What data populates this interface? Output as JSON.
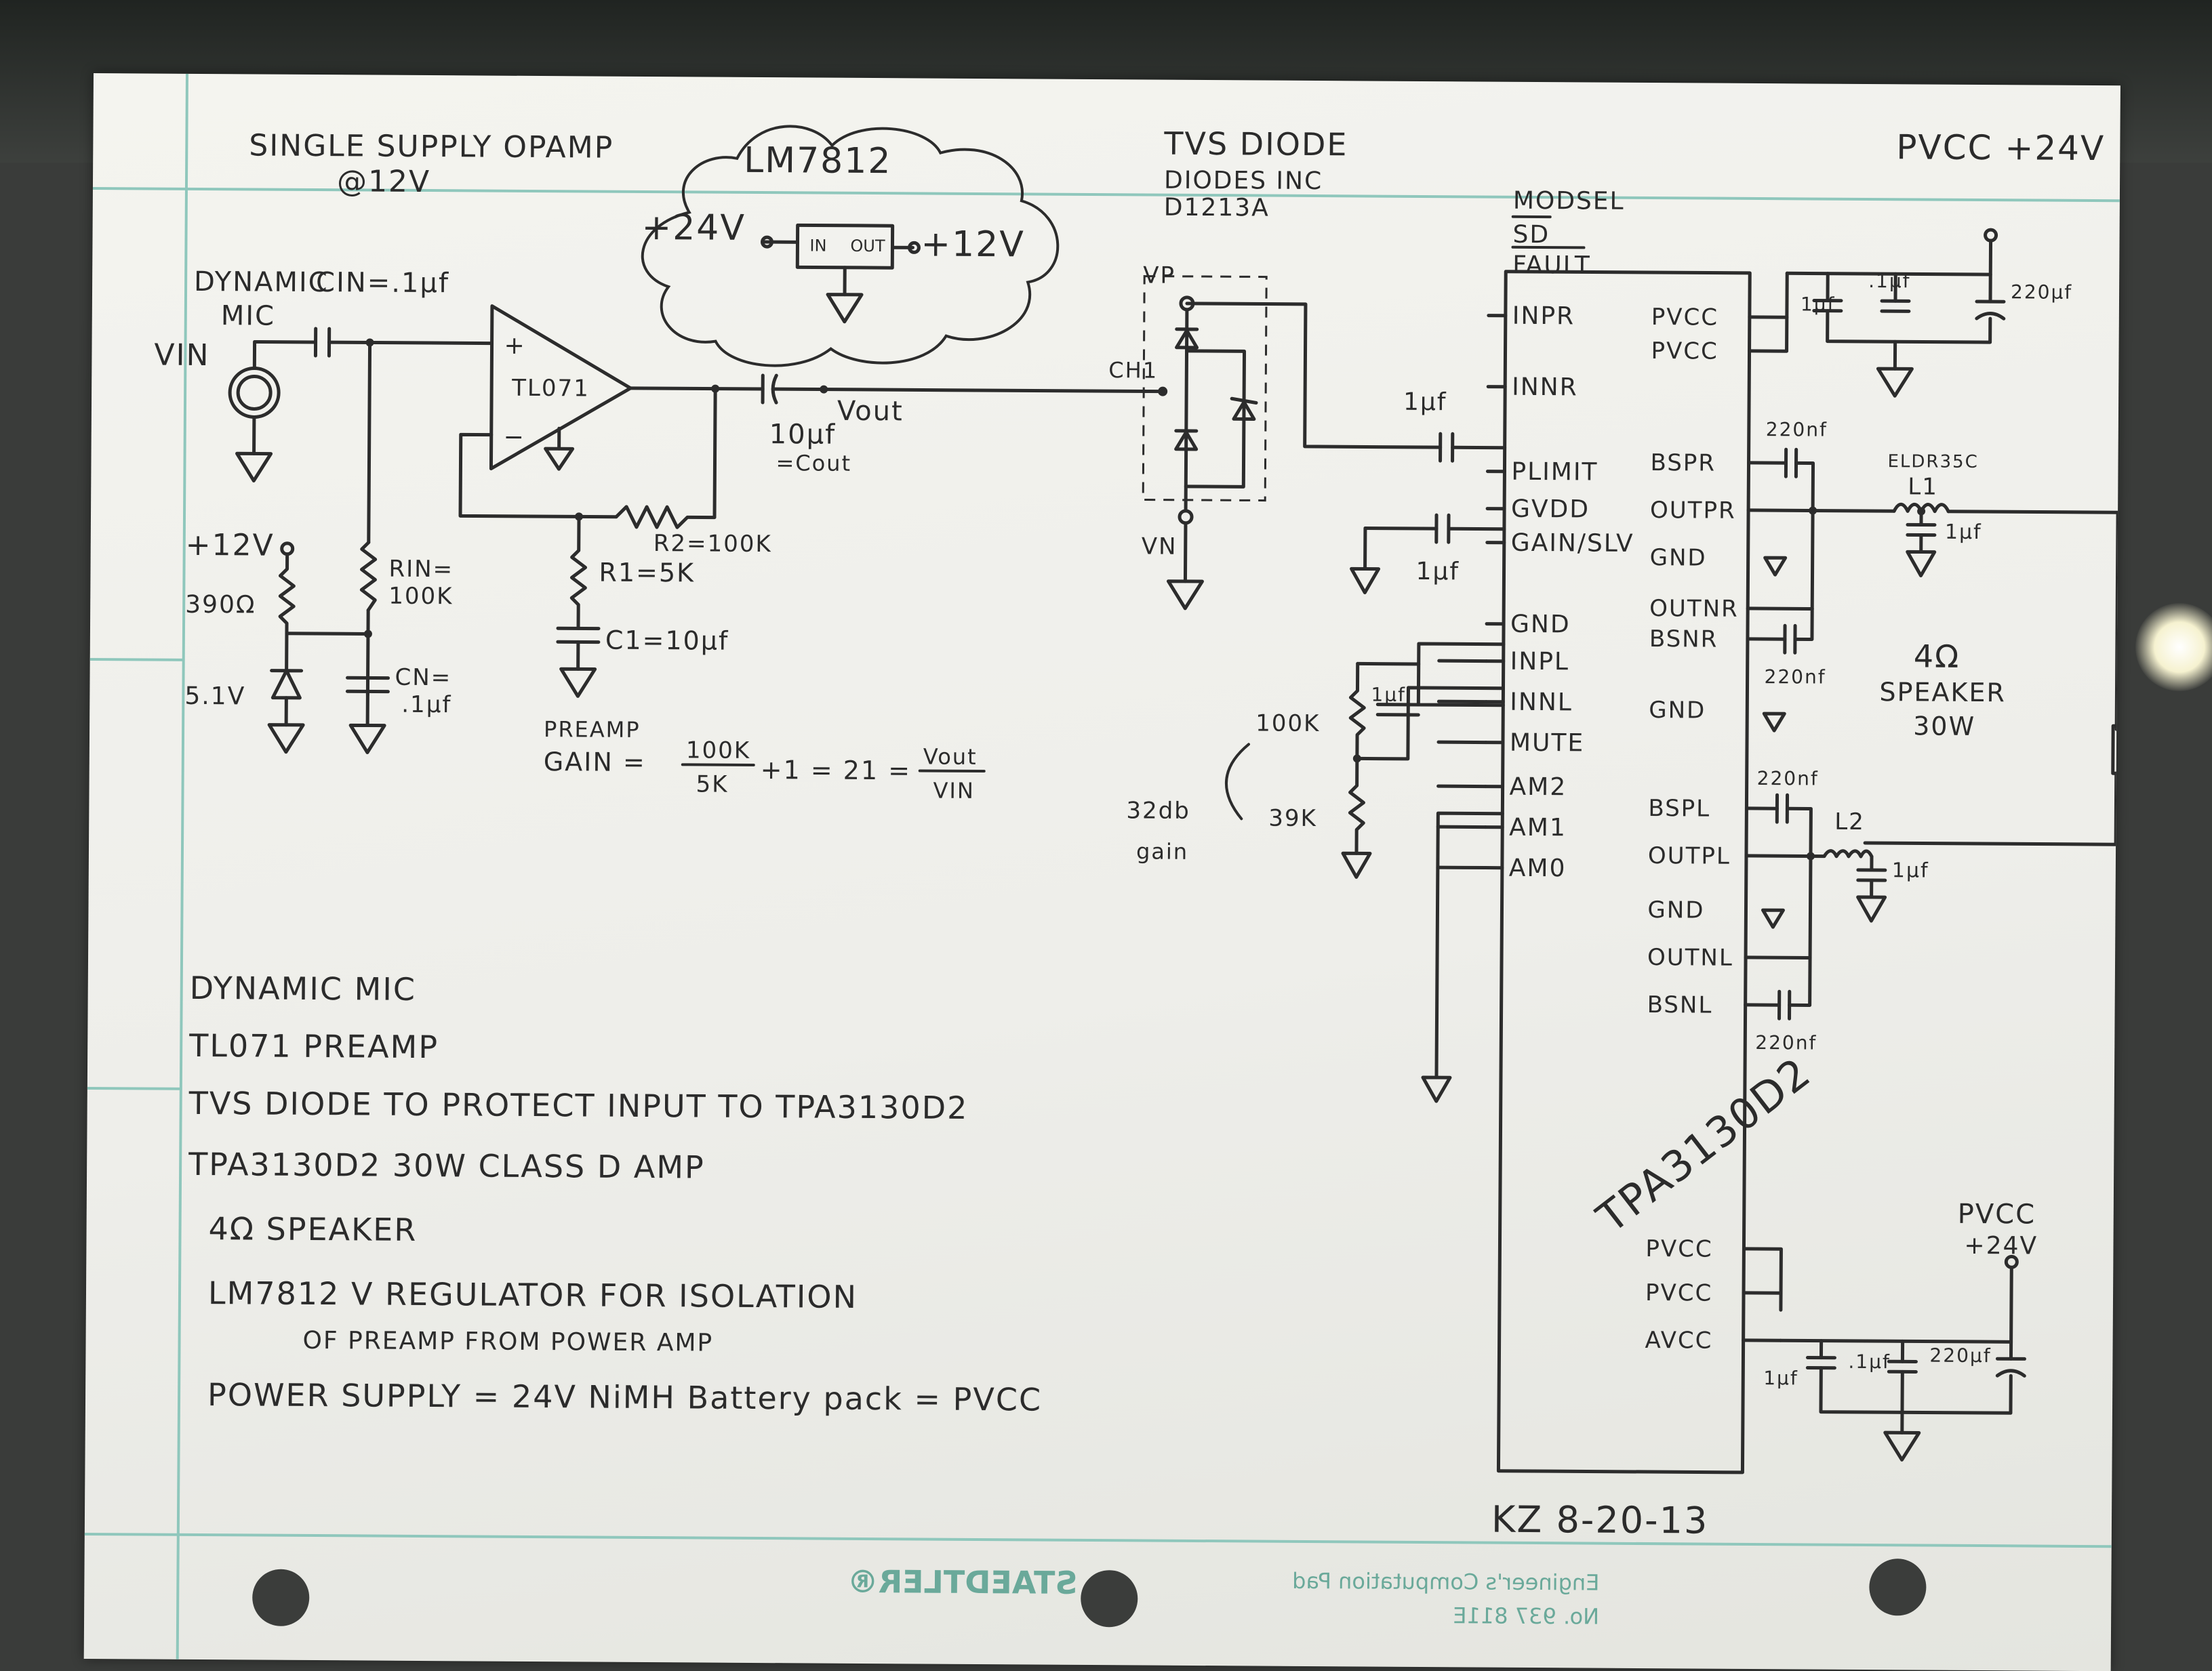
{
  "header": {
    "opamp_note_1": "SINGLE SUPPLY OPAMP",
    "opamp_note_2": "@12V",
    "regulator_name": "LM7812",
    "regulator_in_voltage": "+24V",
    "regulator_out_voltage": "+12V",
    "regulator_pin_in": "IN",
    "regulator_pin_out": "OUT",
    "tvs_title": "TVS DIODE",
    "tvs_maker": "DIODES INC",
    "tvs_part": "D1213A",
    "pvcc_top": "PVCC +24V"
  },
  "preamp": {
    "mic_label_1": "DYNAMIC",
    "mic_label_2": "MIC",
    "vin": "VIN",
    "cin": "CIN=.1µf",
    "opamp": "TL071",
    "plus": "+",
    "minus": "−",
    "vout": "Vout",
    "cout_value": "10µf",
    "cout_name": "=Cout",
    "ch1": "CH1",
    "r2": "R2=100K",
    "r1": "R1=5K",
    "c1": "C1=10µf",
    "v12": "+12V",
    "r390": "390Ω",
    "zener": "5.1V",
    "rin_1": "RIN=",
    "rin_2": "100K",
    "cn_1": "CN=",
    "cn_2": ".1µf",
    "gain_title": "PREAMP",
    "gain_eq_1": "GAIN = ",
    "gain_num": "100K",
    "gain_den": "5K",
    "gain_eq_2": "+1 = 21 =",
    "gain_vout": "Vout",
    "gain_vin": "VIN"
  },
  "tvs": {
    "vp": "VP",
    "vn": "VN"
  },
  "gain_network": {
    "r_top": "100K",
    "r_bottom": "39K",
    "gain_1": "32db",
    "gain_2": "gain"
  },
  "chip": {
    "name": "TPA3130D2",
    "left_pins": [
      "MODSEL",
      "SD",
      "FAULT",
      "INPR",
      "INNR",
      "PLIMIT",
      "GVDD",
      "GAIN/SLV",
      "GND",
      "INPL",
      "INNL",
      "MUTE",
      "AM2",
      "AM1",
      "AM0"
    ],
    "right_pins": [
      "PVCC",
      "PVCC",
      "BSPR",
      "OUTPR",
      "GND",
      "OUTNR",
      "BSNR",
      "GND",
      "BSPL",
      "OUTPL",
      "GND",
      "OUTNL",
      "BSNL",
      "PVCC",
      "PVCC",
      "AVCC"
    ]
  },
  "caps": {
    "in_cap_1": "1µf",
    "in_cap_2": "1µf",
    "gvdd_cap": "1µf",
    "decouple_top": [
      "1µf",
      ".1µf",
      "220µf"
    ],
    "decouple_bottom": [
      "1µf",
      ".1µf",
      "220µf"
    ],
    "bspr": "220nf",
    "bsnr": "220nf",
    "bspl": "220nf",
    "bsnl": "220nf",
    "filter_r": "1µf",
    "filter_l": "1µf"
  },
  "output": {
    "inductor_part": "ELDR35C",
    "l1": "L1",
    "l2": "L2",
    "speaker_1": "4Ω",
    "speaker_2": "SPEAKER",
    "speaker_3": "30W",
    "pvcc_bottom_1": "PVCC",
    "pvcc_bottom_2": "+24V"
  },
  "notes": [
    "DYNAMIC MIC",
    "TL071 PREAMP",
    "TVS DIODE TO PROTECT INPUT TO TPA3130D2",
    "TPA3130D2 30W CLASS D AMP",
    "4Ω SPEAKER",
    "LM7812 V REGULATOR FOR ISOLATION",
    "OF PREAMP FROM POWER AMP",
    "POWER SUPPLY = 24V NiMH Battery pack = PVCC"
  ],
  "signature": "KZ 8-20-13",
  "pad": {
    "brand": "STAEDTLER®",
    "title": "Engineer's Computation Pad",
    "number": "No. 937 811E"
  }
}
